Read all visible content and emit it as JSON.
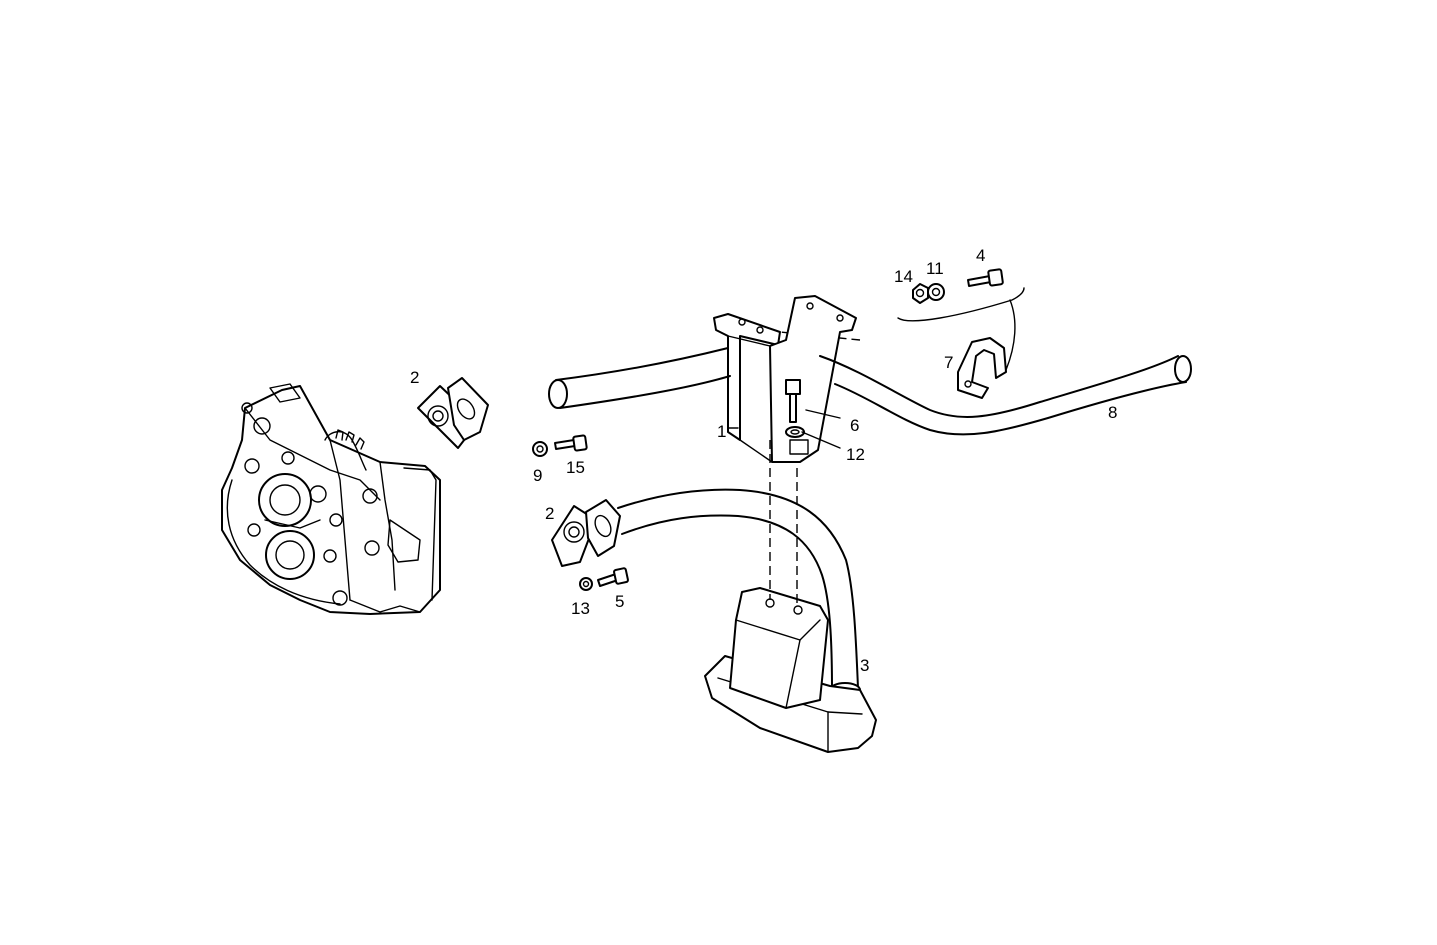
{
  "callouts": {
    "c1": "1",
    "c2_upper": "2",
    "c2_lower": "2",
    "c3": "3",
    "c4": "4",
    "c5": "5",
    "c6": "6",
    "c7": "7",
    "c8": "8",
    "c9": "9",
    "c11": "11",
    "c12": "12",
    "c13": "13",
    "c14": "14",
    "c15": "15"
  }
}
